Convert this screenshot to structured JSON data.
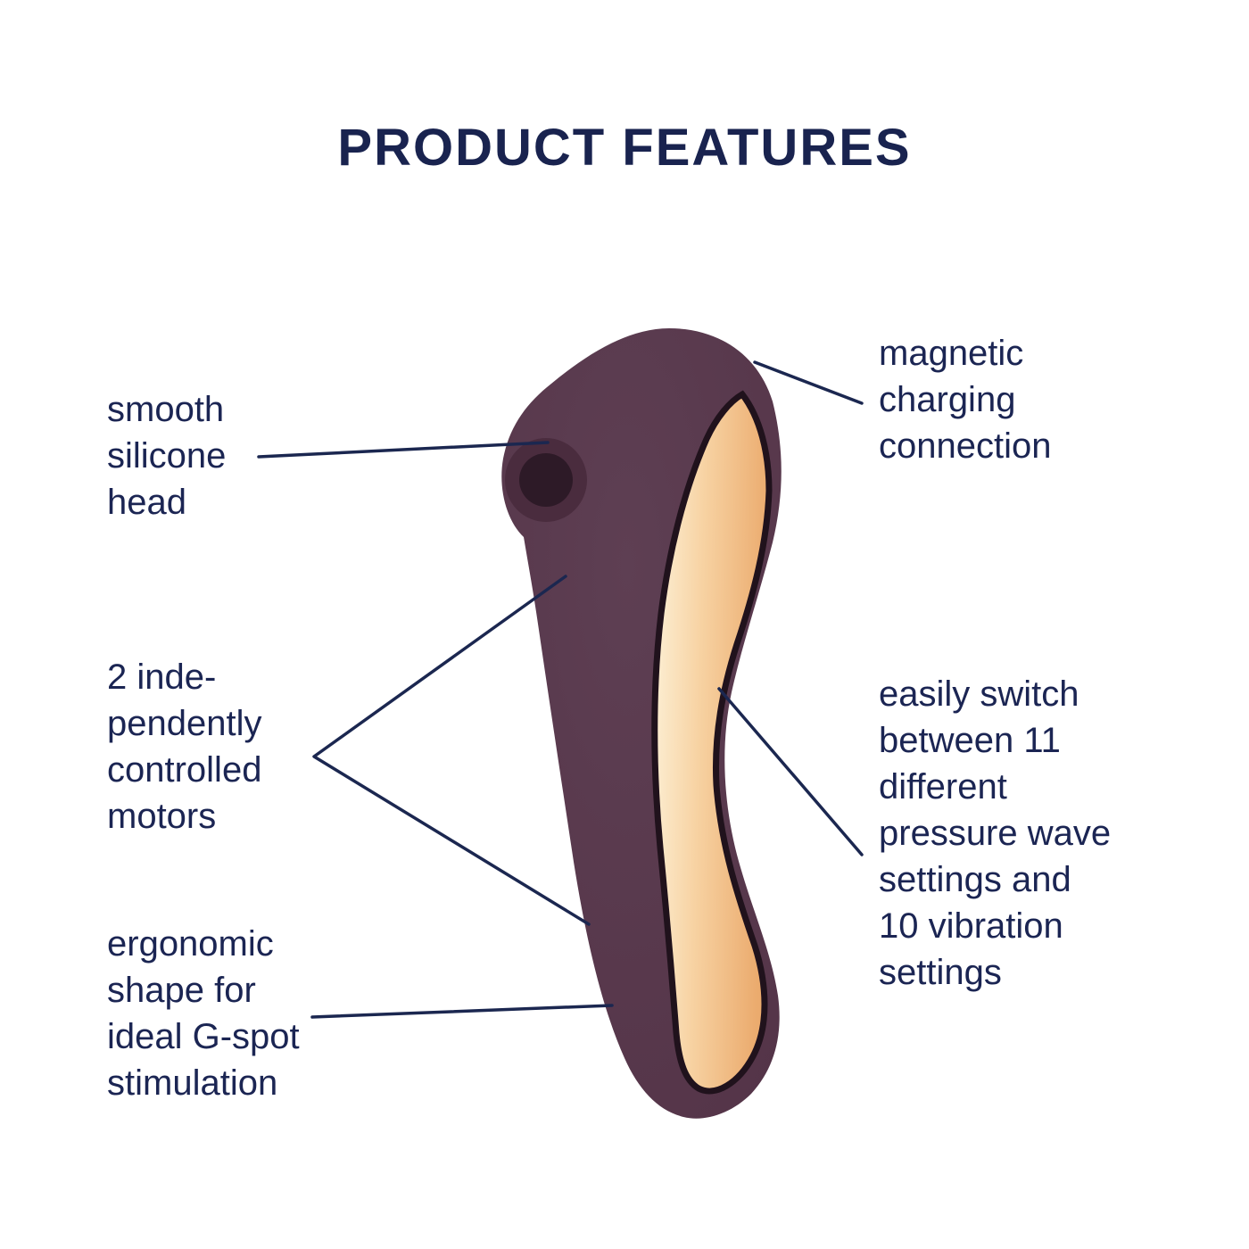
{
  "title": "PRODUCT FEATURES",
  "labels": {
    "smooth_head": {
      "lines": [
        "smooth",
        "silicone",
        "head"
      ]
    },
    "motors": {
      "lines": [
        "2 inde-",
        "pendently",
        "controlled",
        "motors"
      ]
    },
    "ergonomic": {
      "lines": [
        "ergonomic",
        "shape for",
        "ideal G-spot",
        "stimulation"
      ]
    },
    "magnetic": {
      "lines": [
        "magnetic",
        "charging",
        "connection"
      ]
    },
    "settings": {
      "lines": [
        "easily switch",
        "between 11",
        "different",
        "pressure wave",
        "settings and",
        "10 vibration",
        "settings"
      ]
    }
  },
  "colors": {
    "title_navy": "#19234f",
    "text_navy": "#1b2553",
    "callout_line": "#1b2750",
    "device_body": "#593b4e",
    "device_body_light": "#5e3f53",
    "device_body_dark": "#543448",
    "panel_gold_light": "#fdf2d9",
    "panel_gold_mid": "#f7d2a2",
    "panel_gold_dark": "#ebab6e",
    "panel_outline": "#20121c",
    "suction_ring": "#4a2c3e",
    "suction_hole": "#2d1a27",
    "background": "#ffffff"
  },
  "product": {
    "description": "dual stimulation massager illustration",
    "parts": [
      "smooth silicone head",
      "magnetic charging connection",
      "2 independently controlled motors",
      "ergonomic g-spot shape",
      "pressure wave and vibration settings"
    ]
  }
}
